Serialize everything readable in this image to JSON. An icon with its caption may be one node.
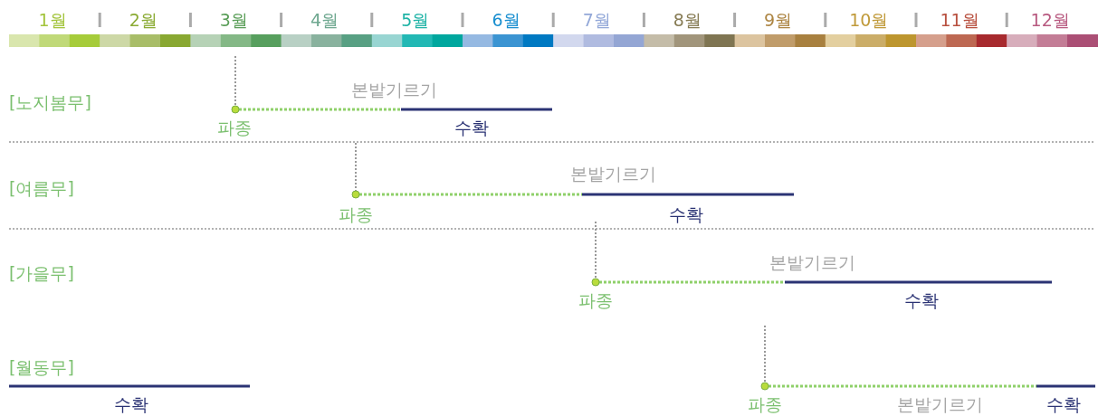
{
  "diagram": {
    "labels": [
      "1월",
      "2월",
      "3월",
      "4월",
      "5월",
      "6월",
      "7월",
      "8월",
      "9월",
      "10월",
      "11월",
      "12월",
      "[노지봄무]",
      "본밭기르기",
      "파종",
      "수확",
      "[여름무]",
      "본밭기르기",
      "파종",
      "수확",
      "[가을무]",
      "본밭기르기",
      "파종",
      "수확",
      "[월동무]",
      "수확",
      "파종",
      "본밭기르기",
      "수확"
    ]
  }
}
